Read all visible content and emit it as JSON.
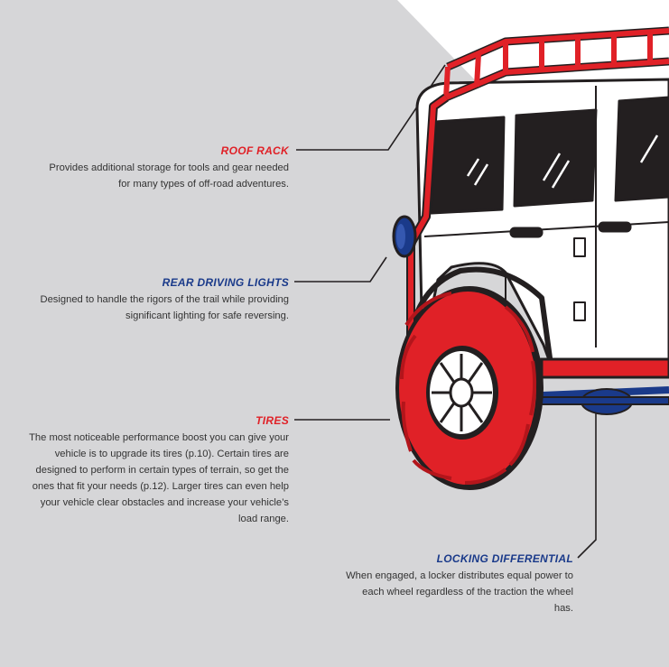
{
  "colors": {
    "background": "#d6d6d8",
    "panel": "#ffffff",
    "accent_red": "#e02127",
    "accent_blue": "#1a3a8a",
    "ink": "#231f20",
    "body_text": "#333333"
  },
  "callouts": {
    "roof_rack": {
      "title": "ROOF RACK",
      "description": "Provides additional storage for tools and gear needed for many types of off-road adventures.",
      "color": "#e02127"
    },
    "rear_driving_lights": {
      "title": "REAR DRIVING LIGHTS",
      "description": "Designed to handle the rigors of the trail while providing significant lighting for safe reversing.",
      "color": "#1a3a8a"
    },
    "tires": {
      "title": "TIRES",
      "description": "The most noticeable performance boost you can give your vehicle is to upgrade its tires (p.10). Certain tires are designed to perform in certain types of terrain, so get the ones that fit your needs (p.12). Larger tires can even help your vehicle clear obstacles and increase your vehicle’s load range.",
      "color": "#e02127"
    },
    "locking_differential": {
      "title": "LOCKING DIFFERENTIAL",
      "description": "When engaged, a locker distributes equal power to each wheel regardless of the traction the wheel has.",
      "color": "#1a3a8a"
    }
  },
  "illustration": {
    "subject": "off-road jeep rear three-quarter view",
    "icons": [
      "roof-rack-icon",
      "driving-light-icon",
      "tire-icon",
      "differential-icon"
    ]
  }
}
